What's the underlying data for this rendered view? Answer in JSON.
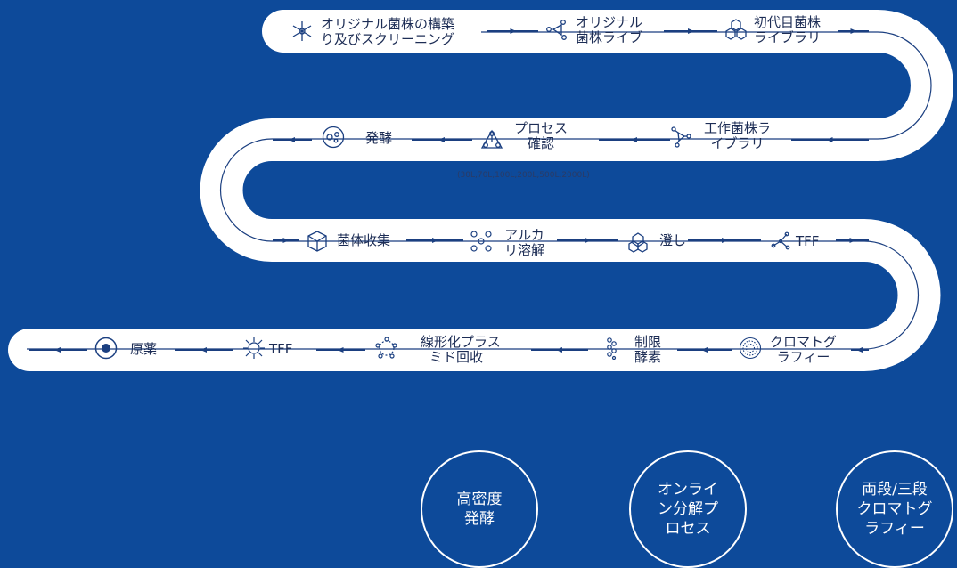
{
  "rows": [
    {
      "steps": [
        {
          "line1": "オリジナル菌株の構築",
          "line2": "り及びスクリーニング",
          "icon": "snowflake-icon"
        },
        {
          "line1": "オリジナル",
          "line2": "菌株ライブ",
          "icon": "molecule-icon"
        },
        {
          "line1": "初代目菌株",
          "line2": "ライブラリ",
          "icon": "hexagon-cluster-icon"
        }
      ]
    },
    {
      "steps": [
        {
          "line1": "発酵",
          "line2": "",
          "icon": "bubble-circle-icon"
        },
        {
          "line1": "プロセス",
          "line2": "確認",
          "icon": "triangle-network-icon"
        },
        {
          "line1": "工作菌株ラ",
          "line2": "イブラリ",
          "icon": "branch-icon"
        }
      ],
      "note": "(30L,70L,100L,200L,500L,2000L)"
    },
    {
      "steps": [
        {
          "line1": "菌体收集",
          "line2": "",
          "icon": "cube-icon"
        },
        {
          "line1": "アルカ",
          "line2": "リ溶解",
          "icon": "cells-icon"
        },
        {
          "line1": "澄し",
          "line2": "",
          "icon": "cloud-hex-icon"
        },
        {
          "line1": "TFF",
          "line2": "",
          "icon": "sparkle-icon"
        }
      ]
    },
    {
      "steps": [
        {
          "line1": "原薬",
          "line2": "",
          "icon": "target-circle-icon"
        },
        {
          "line1": "TFF",
          "line2": "",
          "icon": "virus-icon"
        },
        {
          "line1": "線形化プラス",
          "line2": "ミド回收",
          "icon": "plasmid-icon"
        },
        {
          "line1": "制限",
          "line2": "酵素",
          "icon": "chain-icon"
        },
        {
          "line1": "クロマトグ",
          "line2": "ラフィー",
          "icon": "sphere-icon"
        }
      ]
    }
  ],
  "badges": [
    {
      "text": "高密度\n発酵"
    },
    {
      "text": "オンライ\nン分解プ\nロセス"
    },
    {
      "text": "両段/三段\nクロマトグ\nラフィー"
    }
  ],
  "colors": {
    "background": "#0d4a9a",
    "track": "#ffffff",
    "line": "#1b3f80",
    "text": "#1d2d55"
  }
}
